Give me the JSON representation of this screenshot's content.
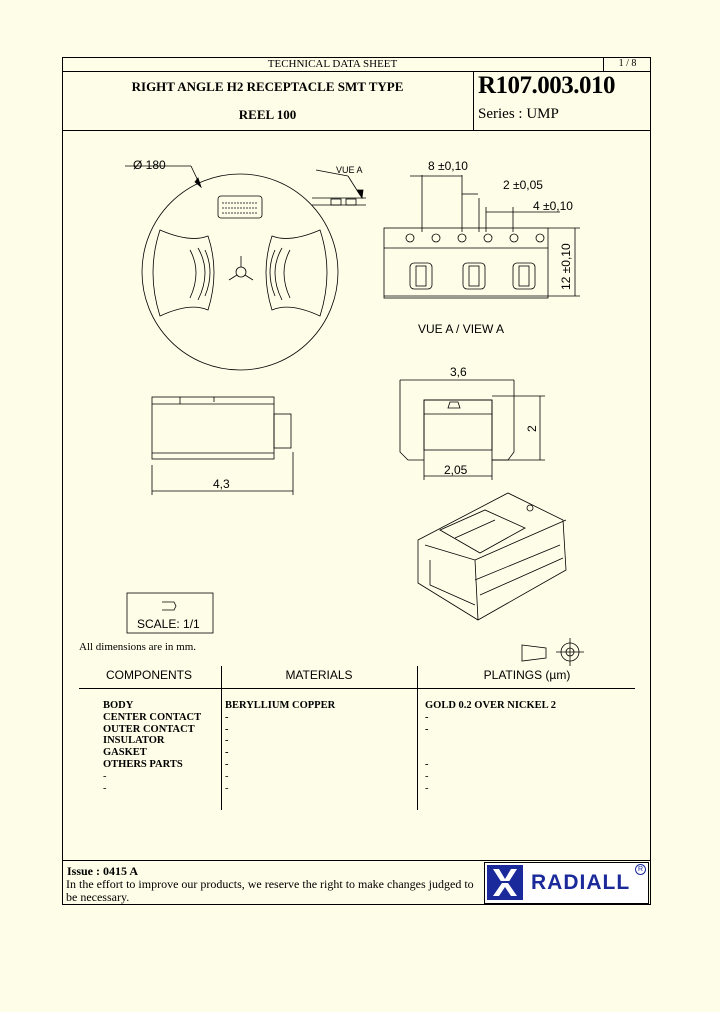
{
  "header": {
    "sheet_title": "TECHNICAL DATA SHEET",
    "page": "1 / 8",
    "product_title": "RIGHT ANGLE H2 RECEPTACLE SMT TYPE",
    "subtitle": "REEL 100",
    "part_number": "R107.003.010",
    "series": "Series : UMP"
  },
  "drawing": {
    "reel_diameter": "Ø 180",
    "vue_a_label": "VUE A",
    "dim_pitch": "8 ±0,10",
    "dim_2": "2 ±0,05",
    "dim_4": "4 ±0,10",
    "dim_width": "12 ±0,10",
    "view_label": "VUE A / VIEW A",
    "dim_36": "3,6",
    "dim_2v": "2",
    "dim_205": "2,05",
    "dim_43": "4,3",
    "scale": "SCALE: 1/1",
    "dimensions_note": "All dimensions are in mm."
  },
  "table": {
    "headers": [
      "COMPONENTS",
      "MATERIALS",
      "PLATINGS (µm)"
    ],
    "rows": [
      {
        "component": "BODY",
        "material": "BERYLLIUM COPPER",
        "plating": "GOLD 0.2 OVER NICKEL 2"
      },
      {
        "component": "CENTER CONTACT",
        "material": "-",
        "plating": "-"
      },
      {
        "component": "OUTER CONTACT",
        "material": "-",
        "plating": "-"
      },
      {
        "component": "INSULATOR",
        "material": "-",
        "plating": ""
      },
      {
        "component": "GASKET",
        "material": "-",
        "plating": ""
      },
      {
        "component": "OTHERS PARTS",
        "material": "-",
        "plating": "-"
      },
      {
        "component": "-",
        "material": "-",
        "plating": "-"
      },
      {
        "component": "-",
        "material": "-",
        "plating": "-"
      }
    ]
  },
  "footer": {
    "issue": "Issue : 0415 A",
    "disclaimer": "In the effort to improve our products, we reserve the right to make changes judged to be necessary.",
    "logo_text": "RADIALL",
    "brand_color": "#1a2a9a"
  }
}
